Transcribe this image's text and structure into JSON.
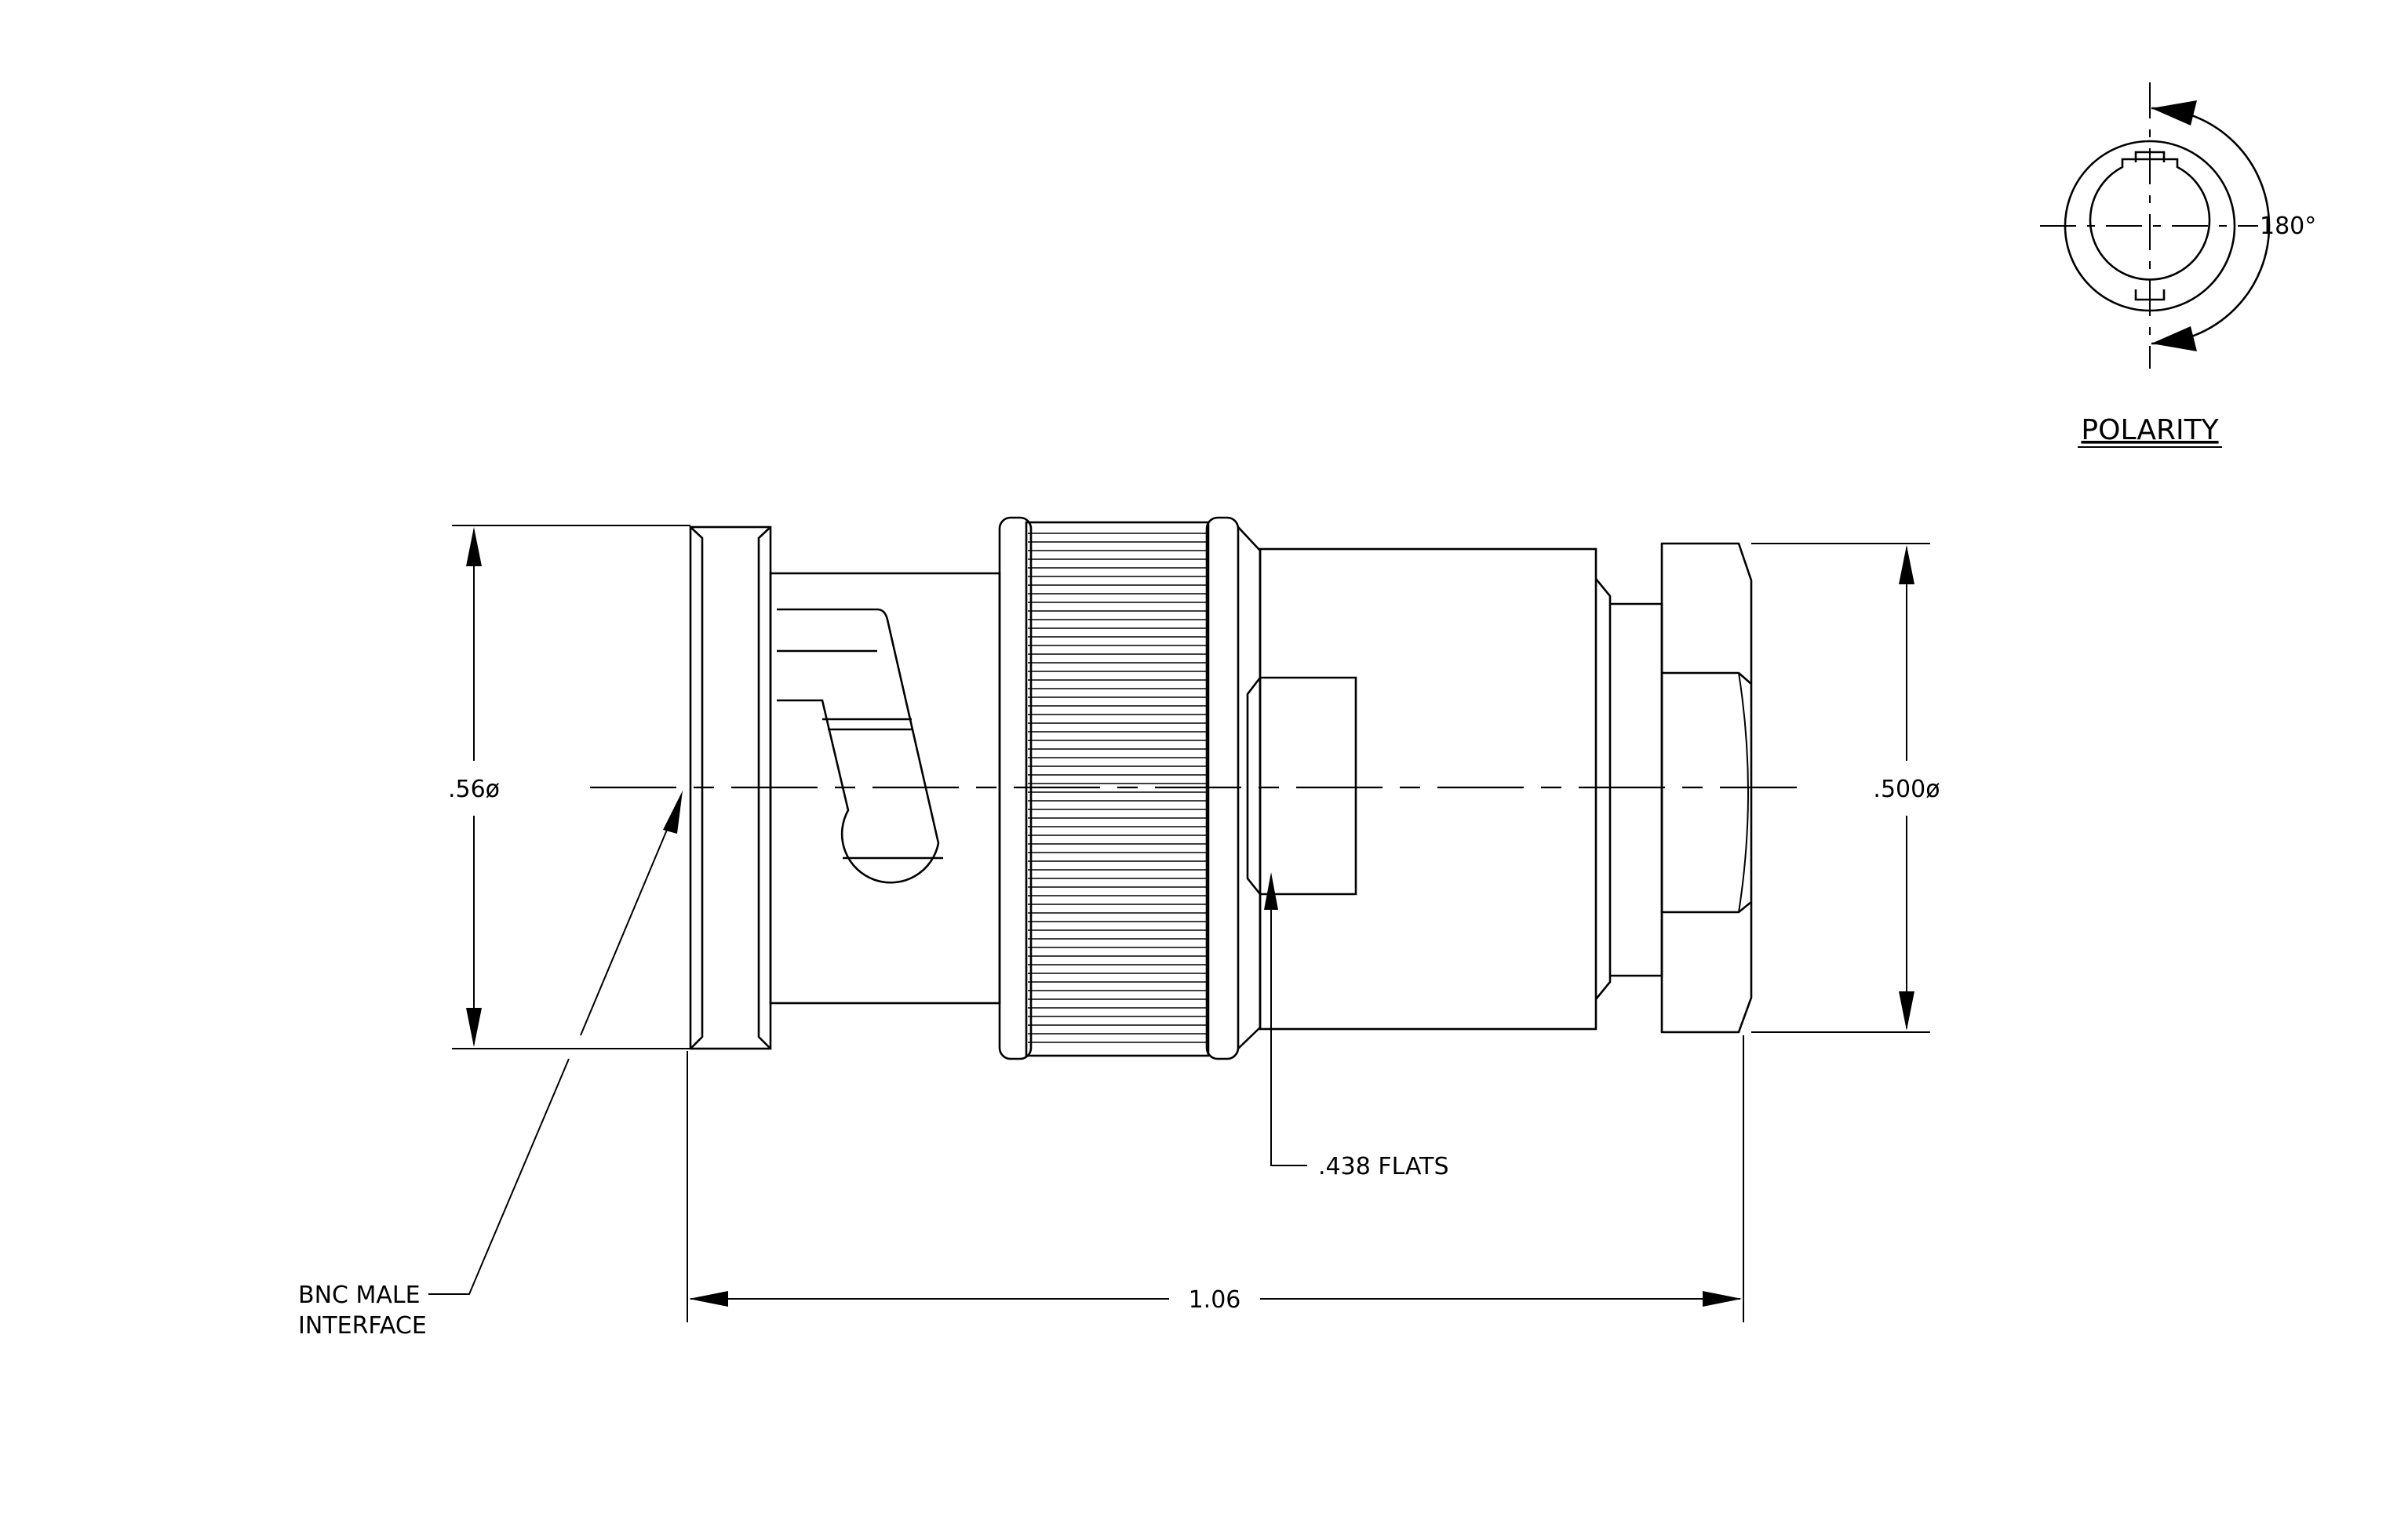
{
  "drawing": {
    "polarity_view": {
      "label": "POLARITY",
      "angle_label": "180°"
    },
    "dimensions": {
      "left_diameter": ".56ø",
      "right_diameter": ".500ø",
      "overall_length": "1.06",
      "flats": ".438 FLATS"
    },
    "callouts": {
      "interface_line1": "BNC MALE",
      "interface_line2": "INTERFACE"
    }
  }
}
